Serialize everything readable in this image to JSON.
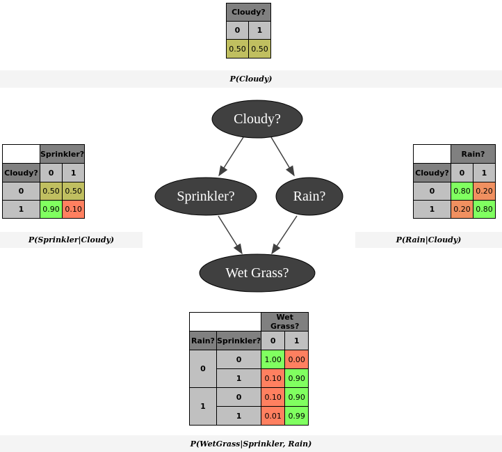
{
  "nodes": {
    "cloudy": "Cloudy?",
    "sprinkler": "Sprinkler?",
    "rain": "Rain?",
    "wet_grass": "Wet Grass?"
  },
  "cpt_cloudy": {
    "title": "Cloudy?",
    "states": [
      "0",
      "1"
    ],
    "probs": [
      "0.50",
      "0.50"
    ],
    "caption": "P(Cloudy)"
  },
  "cpt_sprinkler": {
    "title": "Sprinkler?",
    "parent": "Cloudy?",
    "states": [
      "0",
      "1"
    ],
    "rows": [
      {
        "parent": "0",
        "probs": [
          "0.50",
          "0.50"
        ]
      },
      {
        "parent": "1",
        "probs": [
          "0.90",
          "0.10"
        ]
      }
    ],
    "caption": "P(Sprinkler|Cloudy)"
  },
  "cpt_rain": {
    "title": "Rain?",
    "parent": "Cloudy?",
    "states": [
      "0",
      "1"
    ],
    "rows": [
      {
        "parent": "0",
        "probs": [
          "0.80",
          "0.20"
        ]
      },
      {
        "parent": "1",
        "probs": [
          "0.20",
          "0.80"
        ]
      }
    ],
    "caption": "P(Rain|Cloudy)"
  },
  "cpt_wet_grass": {
    "title": "Wet Grass?",
    "parents": [
      "Rain?",
      "Sprinkler?"
    ],
    "states": [
      "0",
      "1"
    ],
    "rain_values": [
      "0",
      "1"
    ],
    "rows": [
      {
        "sprinkler": "0",
        "probs": [
          "1.00",
          "0.00"
        ]
      },
      {
        "sprinkler": "1",
        "probs": [
          "0.10",
          "0.90"
        ]
      },
      {
        "sprinkler": "0",
        "probs": [
          "0.10",
          "0.90"
        ]
      },
      {
        "sprinkler": "1",
        "probs": [
          "0.01",
          "0.99"
        ]
      }
    ],
    "caption": "P(WetGrass|Sprinkler, Rain)"
  },
  "colors": {
    "node_fill": "#404040",
    "edge": "#404040",
    "header": "#808080",
    "value": "#c0c0c0",
    "p_mid": "#c0bf60",
    "p_high": "#80ff60",
    "p_low": "#ff8060",
    "p_midlow": "#f09060"
  }
}
